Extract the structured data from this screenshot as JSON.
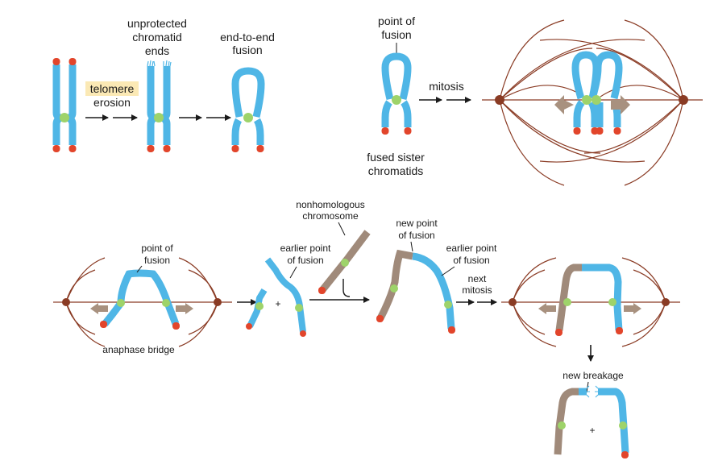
{
  "top_left": {
    "telomere_label": "telomere",
    "erosion_label": "erosion",
    "unprotected_line1": "unprotected",
    "unprotected_line2": "chromatid",
    "unprotected_line3": "ends",
    "end_to_end_line1": "end-to-end",
    "end_to_end_line2": "fusion"
  },
  "top_right": {
    "point_of_fusion_line1": "point of",
    "point_of_fusion_line2": "fusion",
    "mitosis_label": "mitosis",
    "fused_line1": "fused sister",
    "fused_line2": "chromatids"
  },
  "bottom": {
    "point_of_fusion_line1": "point of",
    "point_of_fusion_line2": "fusion",
    "anaphase_bridge": "anaphase bridge",
    "plus_1": "+",
    "earlier_point_line1": "earlier point",
    "earlier_point_line2": "of fusion",
    "nonhomologous_line1": "nonhomologous",
    "nonhomologous_line2": "chromosome",
    "new_point_line1": "new point",
    "new_point_line2": "of fusion",
    "earlier_point2_line1": "earlier point",
    "earlier_point2_line2": "of fusion",
    "next_mitosis_line1": "next",
    "next_mitosis_line2": "mitosis",
    "new_breakage": "new breakage",
    "plus_2": "+"
  },
  "colors": {
    "chromatid": "#4fb6e6",
    "telomere": "#e2452b",
    "centromere": "#9ed36a",
    "nonhomologous": "#a08a7a",
    "spindle": "#8a3b24",
    "force_arrow": "#a8917f",
    "highlight": "#fbe9b5"
  }
}
